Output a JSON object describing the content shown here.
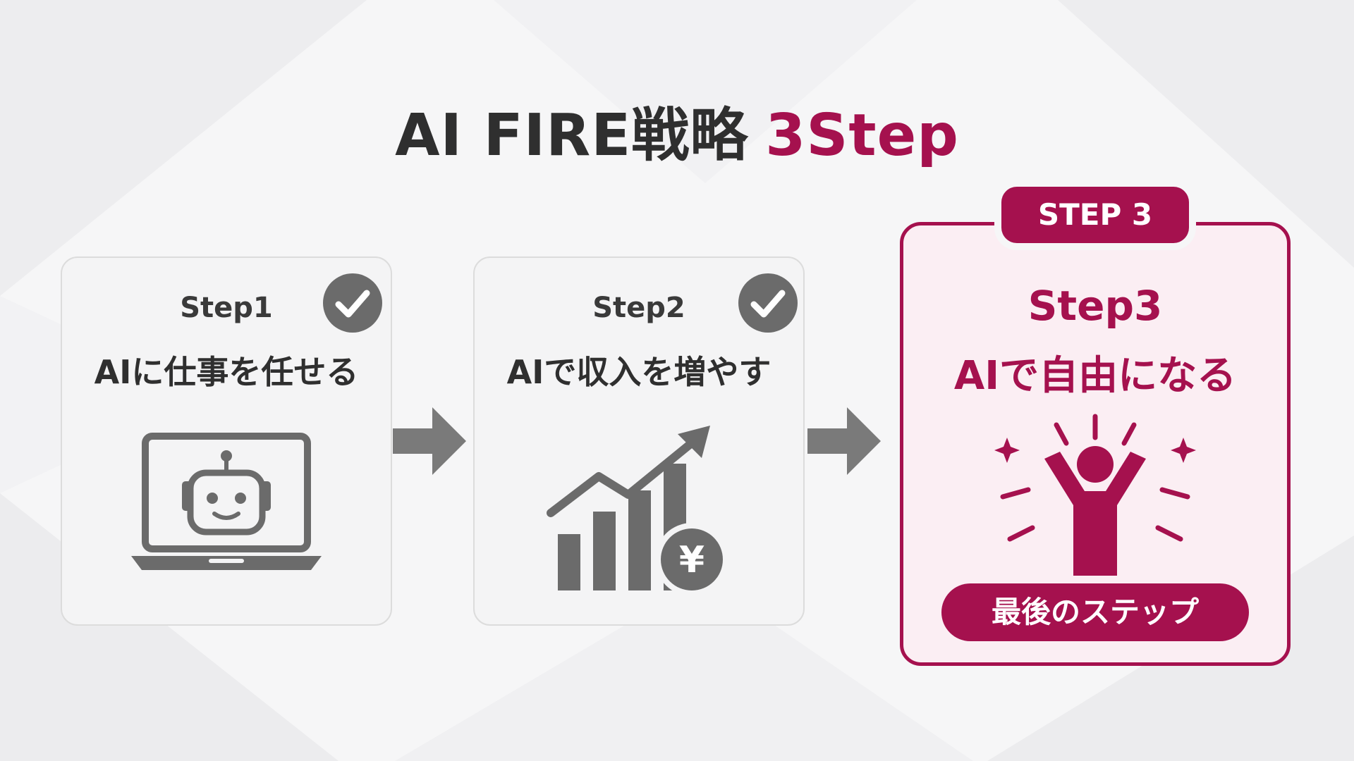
{
  "title": {
    "main": "AI FIRE戦略",
    "accent": "3Step"
  },
  "colors": {
    "accent": "#a5114e",
    "completed_icon": "#6b6b6b",
    "text": "#2f2f2f",
    "card_done_background": "#f4f4f5",
    "card_current_background": "#fbeef3"
  },
  "steps": [
    {
      "label": "Step1",
      "description": "AIに仕事を任せる",
      "status": "completed",
      "status_icon": "check-circle-icon",
      "icon": "laptop-robot-icon"
    },
    {
      "label": "Step2",
      "description": "AIで収入を増やす",
      "status": "completed",
      "status_icon": "check-circle-icon",
      "icon": "growth-chart-yen-icon",
      "currency_symbol": "¥"
    },
    {
      "badge": "STEP 3",
      "label": "Step3",
      "description": "AIで自由になる",
      "status": "current",
      "icon": "celebrating-person-icon",
      "footer": "最後のステップ"
    }
  ],
  "connector_icon": "right-arrow-icon"
}
